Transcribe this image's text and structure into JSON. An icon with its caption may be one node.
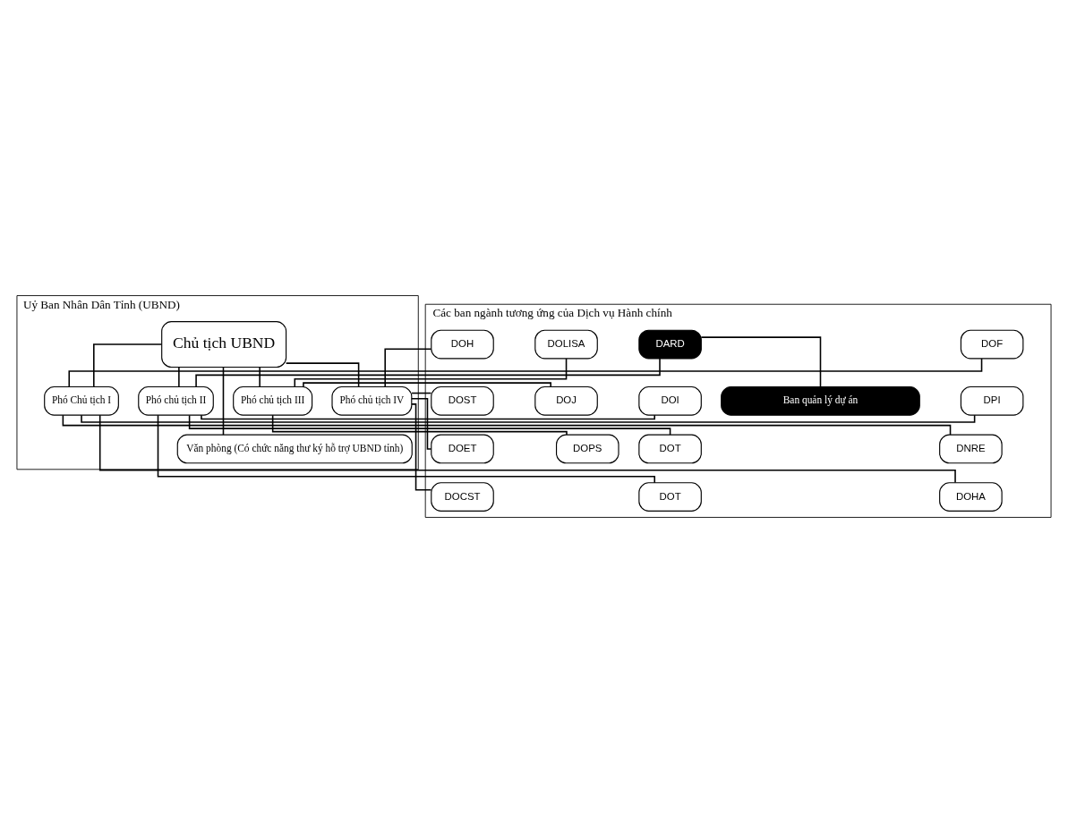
{
  "diagram": {
    "nodes": [
      {
        "text": [
          "Uỷ Ban Nhân Dân Tỉnh (UBND)"
        ]
      },
      {
        "text": [
          "Chủ tịch UBND"
        ],
        "in": 0
      },
      {
        "text": [
          "Văn phòng (Có chức năng thư ký hỗ trợ UBND tỉnh)"
        ],
        "in": 0
      },
      {
        "text": [
          "Phó Chủ tịch I"
        ],
        "in": 0
      },
      {
        "text": [
          "Phó chủ tịch II"
        ],
        "in": 0
      },
      {
        "text": [
          "Phó chủ tịch III"
        ],
        "in": 0
      },
      {
        "text": [
          "Phó chủ tịch IV"
        ],
        "in": 0
      },
      {
        "text": [
          "Các ban ngành tương ứng của Dịch vụ Hành chính"
        ]
      },
      {
        "text": [
          "DOF"
        ],
        "in": 7
      },
      {
        "text": [
          "DPI"
        ],
        "in": 7
      },
      {
        "text": [
          "DNRE"
        ],
        "in": 7
      },
      {
        "text": [
          "DOHA"
        ],
        "in": 7
      },
      {
        "text": [
          "DARD"
        ],
        "in": 7
      },
      {
        "text": [
          "DOI"
        ],
        "in": 7
      },
      {
        "text": [
          "DOT"
        ],
        "in": 7
      },
      {
        "text": [
          "DOT"
        ],
        "in": 7
      },
      {
        "text": [
          "DOLISA"
        ],
        "in": 7
      },
      {
        "text": [
          "DOJ"
        ],
        "in": 7
      },
      {
        "text": [
          "DOPS"
        ],
        "in": 7
      },
      {
        "text": [
          "DOH"
        ],
        "in": 7
      },
      {
        "text": [
          "DOST"
        ],
        "in": 7
      },
      {
        "text": [
          "DOET"
        ],
        "in": 7
      },
      {
        "text": [
          "DOCST"
        ],
        "in": 7
      },
      {
        "text": [
          "Ban quản lý dự án"
        ],
        "in": 7
      }
    ],
    "edges": [
      {
        "from": 1,
        "to": 2,
        "arrow": "none"
      },
      {
        "from": 1,
        "to": 3,
        "arrow": "none"
      },
      {
        "from": 1,
        "to": 4,
        "arrow": "none"
      },
      {
        "from": 1,
        "to": 5,
        "arrow": "none"
      },
      {
        "from": 1,
        "to": 6,
        "arrow": "none"
      },
      {
        "from": 3,
        "to": 8,
        "arrow": "none"
      },
      {
        "from": 3,
        "to": 9,
        "arrow": "none"
      },
      {
        "from": 3,
        "to": 10,
        "arrow": "none"
      },
      {
        "from": 3,
        "to": 11,
        "arrow": "none"
      },
      {
        "from": 4,
        "to": 12,
        "arrow": "none"
      },
      {
        "from": 4,
        "to": 13,
        "arrow": "none"
      },
      {
        "from": 4,
        "to": 14,
        "arrow": "none"
      },
      {
        "from": 4,
        "to": 15,
        "arrow": "none"
      },
      {
        "from": 5,
        "to": 16,
        "arrow": "none"
      },
      {
        "from": 5,
        "to": 17,
        "arrow": "none"
      },
      {
        "from": 5,
        "to": 18,
        "arrow": "none"
      },
      {
        "from": 6,
        "to": 19,
        "arrow": "none"
      },
      {
        "from": 6,
        "to": 20,
        "arrow": "none"
      },
      {
        "from": 6,
        "to": 21,
        "arrow": "none"
      },
      {
        "from": 6,
        "to": 22,
        "arrow": "none"
      },
      {
        "from": 12,
        "to": 23,
        "arrow": "none"
      }
    ]
  }
}
